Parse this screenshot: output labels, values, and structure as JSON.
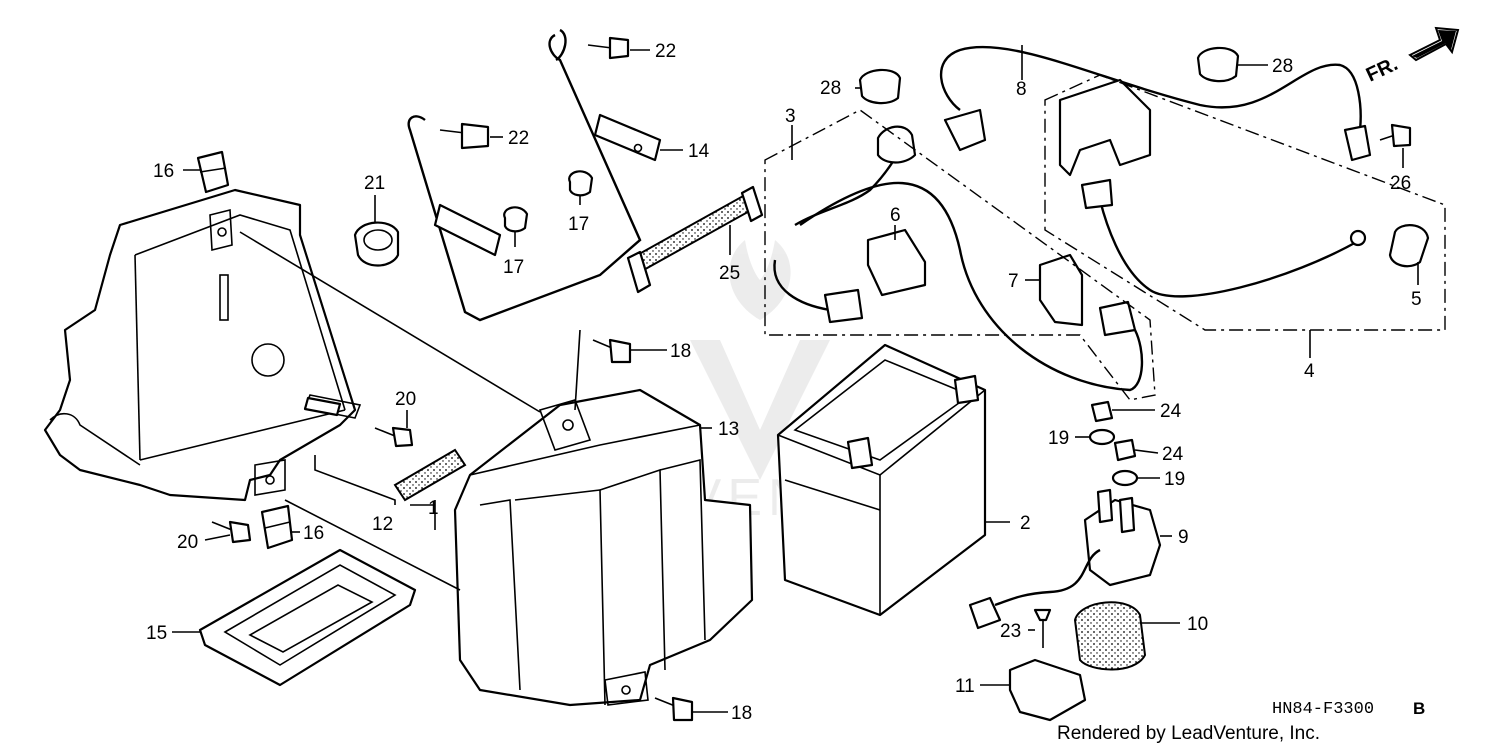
{
  "diagram": {
    "callouts": [
      "1",
      "2",
      "3",
      "4",
      "5",
      "6",
      "7",
      "8",
      "9",
      "10",
      "11",
      "12",
      "13",
      "14",
      "15",
      "16",
      "16",
      "17",
      "17",
      "18",
      "18",
      "19",
      "19",
      "20",
      "20",
      "21",
      "22",
      "22",
      "23",
      "24",
      "24",
      "25",
      "26",
      "28",
      "28"
    ],
    "direction_label": "FR.",
    "diagram_code": "HN84-F3300",
    "diagram_code_suffix": "B",
    "credit": "Rendered by LeadVenture, Inc.",
    "watermark": "LEADVENTURE"
  }
}
